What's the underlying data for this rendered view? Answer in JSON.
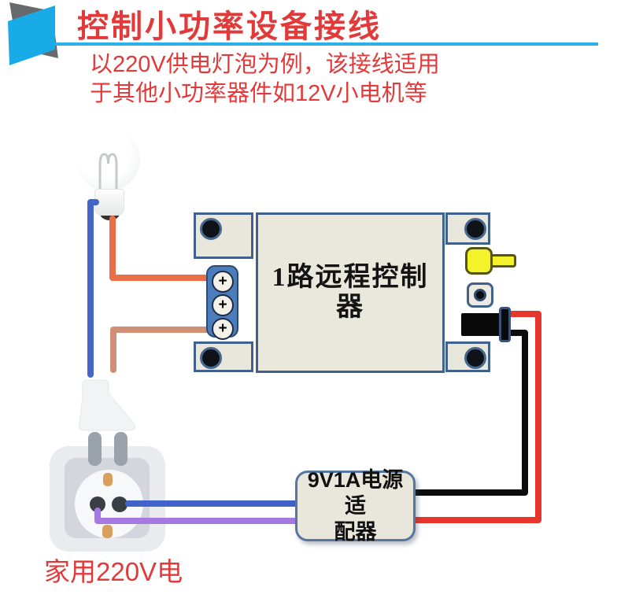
{
  "header": {
    "title": "控制小功率设备接线",
    "subtitle_line1": "以220V供电灯泡为例，该接线适用",
    "subtitle_line2": "于其他小功率器件如12V小电机等"
  },
  "controller": {
    "label_line1": "1路远程控制",
    "label_line2": "器",
    "terminals": [
      "+",
      "+",
      "+"
    ]
  },
  "adapter": {
    "label_line1": "9V1A电源适",
    "label_line2": "配器"
  },
  "socket_label": "家用220V电",
  "colors": {
    "accent_red": "#e23a3a",
    "divider_blue": "#2ab0e9",
    "flag_blue": "#19aae8",
    "flag_gray": "#68696b",
    "controller_border": "#3f618c",
    "controller_fill": "#eae7dd",
    "terminal_block_blue": "#4d7cba",
    "led_yellow": "#f4f22b"
  },
  "wires": {
    "bulb_blue": "#4466c8",
    "bulb_orange": "#ea6e47",
    "relay_salmon": "#d18f76",
    "mains_blue": "#3f63c8",
    "mains_purple": "#a678e2",
    "dc_black": "#0c0c0c",
    "dc_red": "#e6362e"
  }
}
